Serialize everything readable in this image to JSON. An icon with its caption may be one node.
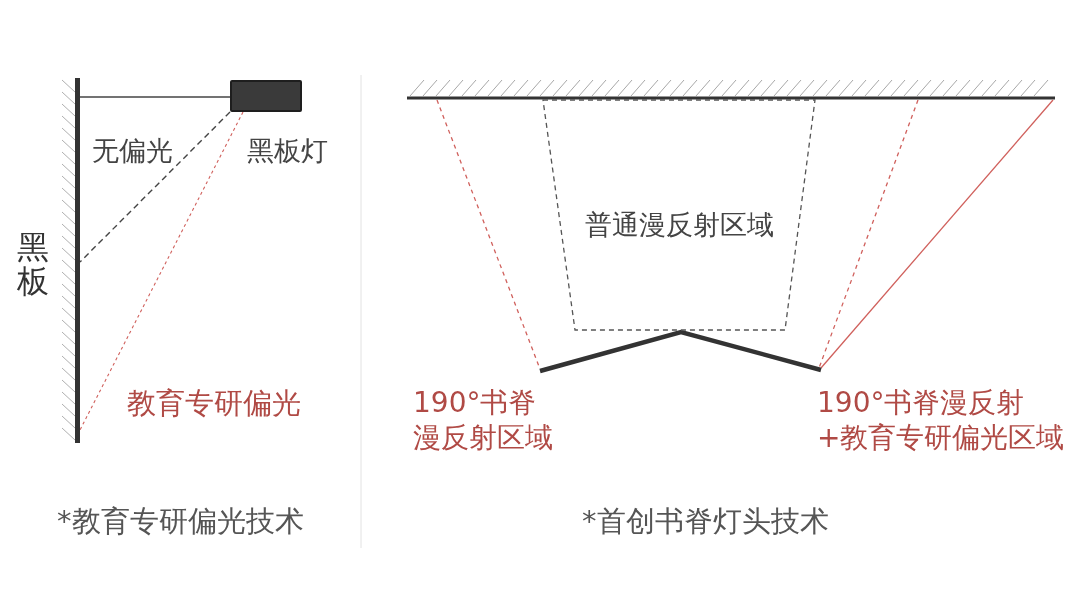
{
  "diagram": {
    "nodes": [
      {
        "text": [],
        "shape": "bar",
        "beside": [
          "黑板"
        ]
      },
      {
        "text": [],
        "shape": "box",
        "beside": [
          "黑板灯"
        ]
      },
      {
        "text": [
          "普通漫反射区域"
        ]
      }
    ],
    "edges": [
      {
        "from": 1,
        "to": 0,
        "arrow": "none"
      },
      {
        "from": 1,
        "to": 0,
        "arrow": "none",
        "style": "dashed",
        "label": "无偏光"
      },
      {
        "from": 1,
        "to": 0,
        "arrow": "none",
        "style": "dashed",
        "color": "#d0605c",
        "label": "教育专研偏光"
      }
    ],
    "labels": [
      "190°书脊漫反射区域",
      "190°书脊漫反射+教育专研偏光区域",
      "*教育专研偏光技术",
      "*首创书脊灯头技术"
    ]
  }
}
